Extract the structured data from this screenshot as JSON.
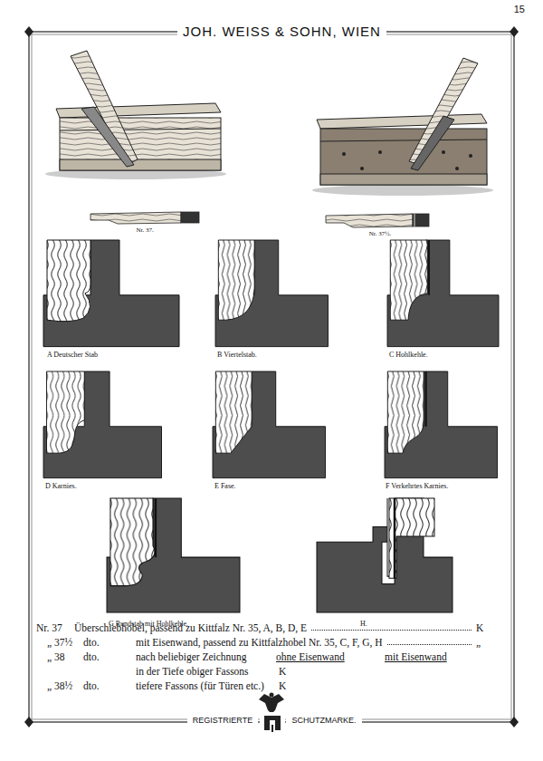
{
  "diagram": {
    "title": "JOH. WEISS & SOHN, WIEN",
    "labels": [
      "15",
      "Nr. 37.",
      "Nr. 37½.",
      "A Deutscher Stab",
      "B Viertelstab.",
      "C Hohlkehle.",
      "D Karnies.",
      "E Fase.",
      "F Verkehrtes Karnies.",
      "G Rundstab mit Hohlkehle.",
      "H.",
      "Nr. 37",
      "Überschiebhobel, passend zu Kittfalz Nr. 35, A, B, D, E",
      "K",
      "„ 37½",
      "dto.",
      "mit Eisenwand, passend zu Kittfalzhobel Nr. 35, C, F, G, H",
      "„",
      "„ 38",
      "dto.",
      "nach beliebiger Zeichnung",
      "ohne Eisenwand",
      "mit Eisenwand",
      "in der Tiefe obiger Fassons",
      "K",
      "„ 38½",
      "dto.",
      "tiefere Fassons (für Türen etc.)",
      "K",
      "REGISTRIERTE",
      "SCHUTZMARKE."
    ]
  }
}
